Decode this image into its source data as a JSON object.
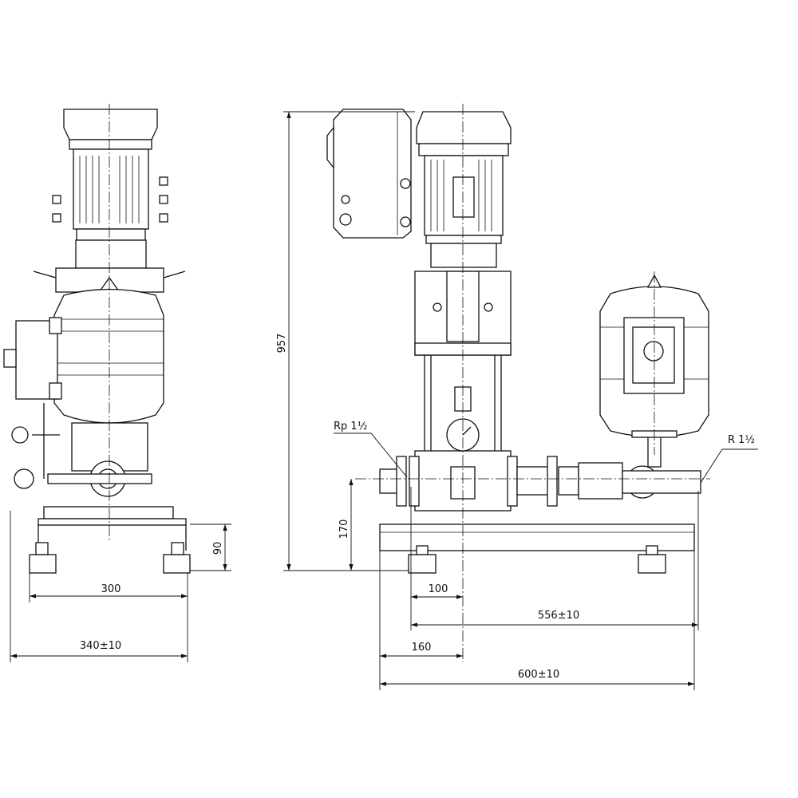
{
  "dimensions": {
    "height_total": "957",
    "pipe_height": "170",
    "foot_height": "90",
    "feet_spacing_side": "300",
    "depth_total": "340±10",
    "pipe_offset": "100",
    "pipe_length": "556±10",
    "axis_offset": "160",
    "width_total": "600±10"
  },
  "connections": {
    "inlet": "Rp 1½",
    "outlet": "R 1½"
  }
}
